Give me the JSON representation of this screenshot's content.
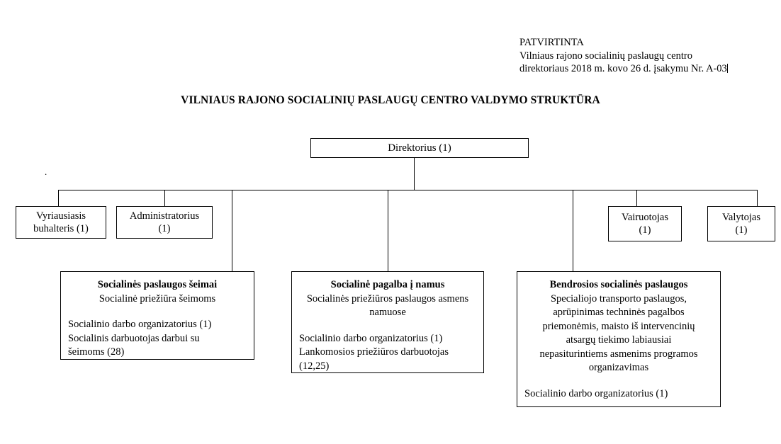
{
  "approval": {
    "line1": "PATVIRTINTA",
    "line2": "Vilniaus rajono socialinių paslaugų centro",
    "line3": "direktoriaus 2018 m. kovo 26 d. įsakymu Nr. A-03"
  },
  "document": {
    "title": "VILNIAUS RAJONO SOCIALINIŲ PASLAUGŲ CENTRO VALDYMO STRUKTŪRA"
  },
  "artifact": {
    "stray_dot": "."
  },
  "chart_data": {
    "type": "diagram",
    "title": "VILNIAUS RAJONO SOCIALINIŲ PASLAUGŲ CENTRO VALDYMO STRUKTŪRA",
    "root": {
      "id": "director",
      "label": "Direktorius (1)"
    },
    "nodes": [
      {
        "id": "chief-accountant",
        "label_line1": "Vyriausiasis",
        "label_line2": "buhalteris (1)"
      },
      {
        "id": "administrator",
        "label_line1": "Administratorius",
        "label_line2": "(1)"
      },
      {
        "id": "driver",
        "label_line1": "Vairuotojas",
        "label_line2": "(1)"
      },
      {
        "id": "cleaner",
        "label_line1": "Valytojas",
        "label_line2": "(1)"
      }
    ],
    "departments": [
      {
        "id": "family",
        "heading": "Socialinės paslaugos šeimai",
        "subtitle": "Socialinė priežiūra šeimoms",
        "items": [
          "Socialinio darbo organizatorius (1)",
          "Socialinis darbuotojas darbui su",
          "šeimoms (28)"
        ]
      },
      {
        "id": "home",
        "heading": "Socialinė pagalba į namus",
        "subtitle_line1": "Socialinės priežiūros paslaugos asmens",
        "subtitle_line2": "namuose",
        "items": [
          "Socialinio darbo organizatorius (1)",
          "Lankomosios priežiūros darbuotojas",
          "(12,25)"
        ]
      },
      {
        "id": "general",
        "heading": "Bendrosios socialinės paslaugos",
        "subtitle_line1": "Specialiojo transporto paslaugos,",
        "subtitle_line2": "aprūpinimas techninės pagalbos",
        "subtitle_line3": "priemonėmis, maisto iš intervencinių",
        "subtitle_line4": "atsargų tiekimo labiausiai",
        "subtitle_line5": "nepasiturintiems asmenims programos",
        "subtitle_line6": "organizavimas",
        "items": [
          "Socialinio darbo organizatorius (1)"
        ]
      }
    ],
    "edges": [
      {
        "from": "director",
        "to": "bus"
      },
      {
        "from": "bus",
        "to": "chief-accountant"
      },
      {
        "from": "bus",
        "to": "administrator"
      },
      {
        "from": "bus",
        "to": "family"
      },
      {
        "from": "bus",
        "to": "home"
      },
      {
        "from": "bus",
        "to": "general"
      },
      {
        "from": "bus",
        "to": "driver"
      },
      {
        "from": "bus",
        "to": "cleaner"
      }
    ],
    "colors": {
      "line": "#000000",
      "box_border": "#000000",
      "background": "#ffffff",
      "text": "#000000"
    }
  }
}
